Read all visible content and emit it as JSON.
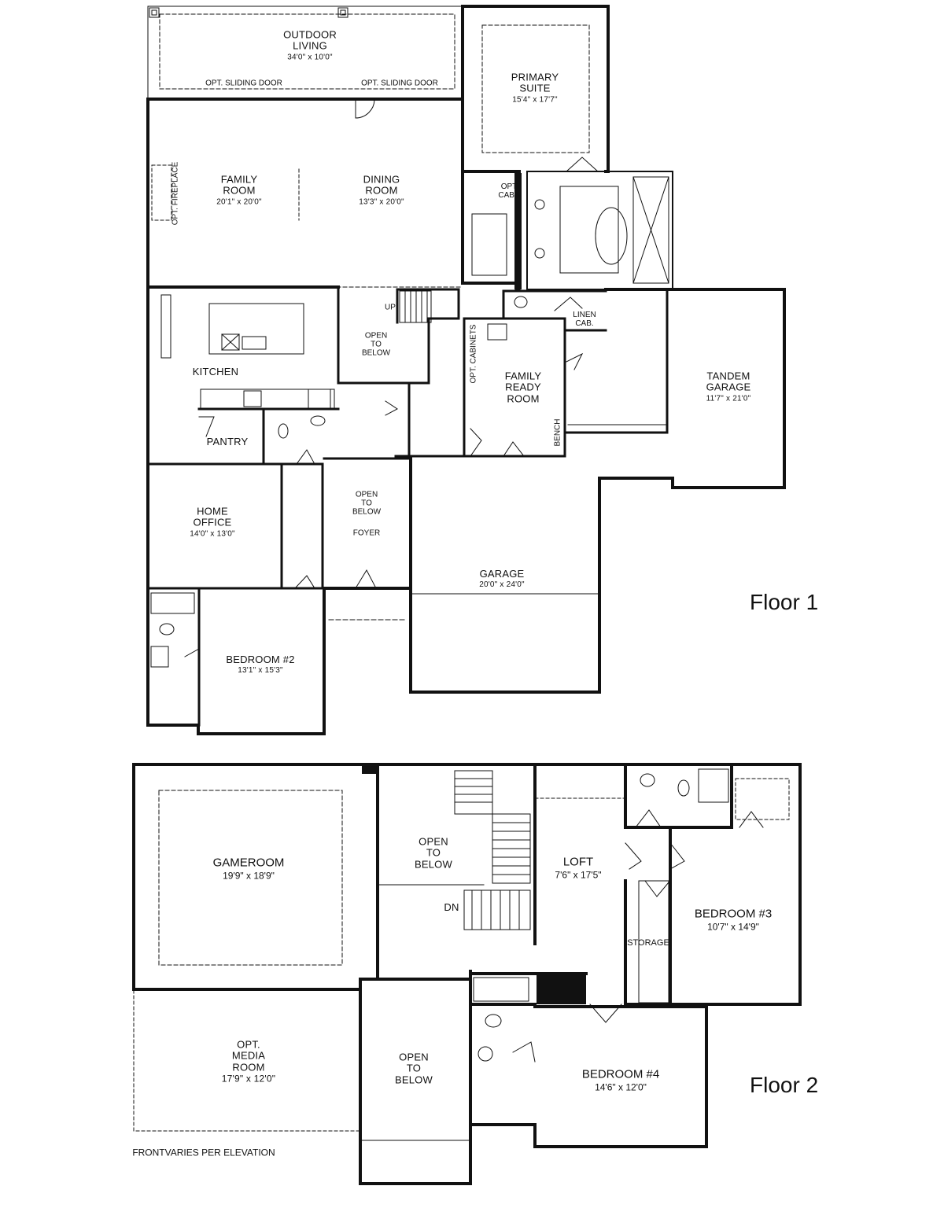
{
  "floor1": {
    "title": "Floor 1",
    "outdoor_living": {
      "name_line1": "OUTDOOR",
      "name_line2": "LIVING",
      "dims": "34'0\" x 10'0\""
    },
    "opt_sliding_door_1": "OPT. SLIDING DOOR",
    "opt_sliding_door_2": "OPT. SLIDING DOOR",
    "primary_suite": {
      "name_line1": "PRIMARY",
      "name_line2": "SUITE",
      "dims": "15'4\" x 17'7\""
    },
    "family_room": {
      "name_line1": "FAMILY",
      "name_line2": "ROOM",
      "dims": "20'1\" x 20'0\""
    },
    "dining_room": {
      "name_line1": "DINING",
      "name_line2": "ROOM",
      "dims": "13'3\" x 20'0\""
    },
    "opt_fireplace": "OPT. FIREPLACE",
    "opt_cabs_line1": "OPT",
    "opt_cabs_line2": "CABS",
    "kitchen": "KITCHEN",
    "up": "UP",
    "open_to_below_1": {
      "l1": "OPEN",
      "l2": "TO",
      "l3": "BELOW"
    },
    "linen_cab_line1": "LINEN",
    "linen_cab_line2": "CAB.",
    "opt_cabinets": "OPT. CABINETS",
    "family_ready_room": {
      "l1": "FAMILY",
      "l2": "READY",
      "l3": "ROOM"
    },
    "bench": "BENCH",
    "tandem_garage": {
      "name_line1": "TANDEM",
      "name_line2": "GARAGE",
      "dims": "11'7\" x 21'0\""
    },
    "pantry": "PANTRY",
    "home_office": {
      "name_line1": "HOME",
      "name_line2": "OFFICE",
      "dims": "14'0\" x 13'0\""
    },
    "open_to_below_2": {
      "l1": "OPEN",
      "l2": "TO",
      "l3": "BELOW"
    },
    "foyer": "FOYER",
    "garage": {
      "name": "GARAGE",
      "dims": "20'0\" x 24'0\""
    },
    "bedroom2": {
      "name": "BEDROOM #2",
      "dims": "13'1\" x 15'3\""
    }
  },
  "floor2": {
    "title": "Floor 2",
    "gameroom": {
      "name": "GAMEROOM",
      "dims": "19'9\" x 18'9\""
    },
    "open_to_below_1": {
      "l1": "OPEN",
      "l2": "TO",
      "l3": "BELOW"
    },
    "loft": {
      "name": "LOFT",
      "dims": "7'6\" x 17'5\""
    },
    "dn": "DN",
    "bedroom3": {
      "name": "BEDROOM #3",
      "dims": "10'7\" x 14'9\""
    },
    "storage": "STORAGE",
    "opt_media_room": {
      "l1": "OPT.",
      "l2": "MEDIA",
      "l3": "ROOM",
      "dims": "17'9\" x 12'0\""
    },
    "open_to_below_2": {
      "l1": "OPEN",
      "l2": "TO",
      "l3": "BELOW"
    },
    "bedroom4": {
      "name": "BEDROOM #4",
      "dims": "14'6\" x 12'0\""
    },
    "front_note": "FRONTVARIES PER ELEVATION"
  }
}
